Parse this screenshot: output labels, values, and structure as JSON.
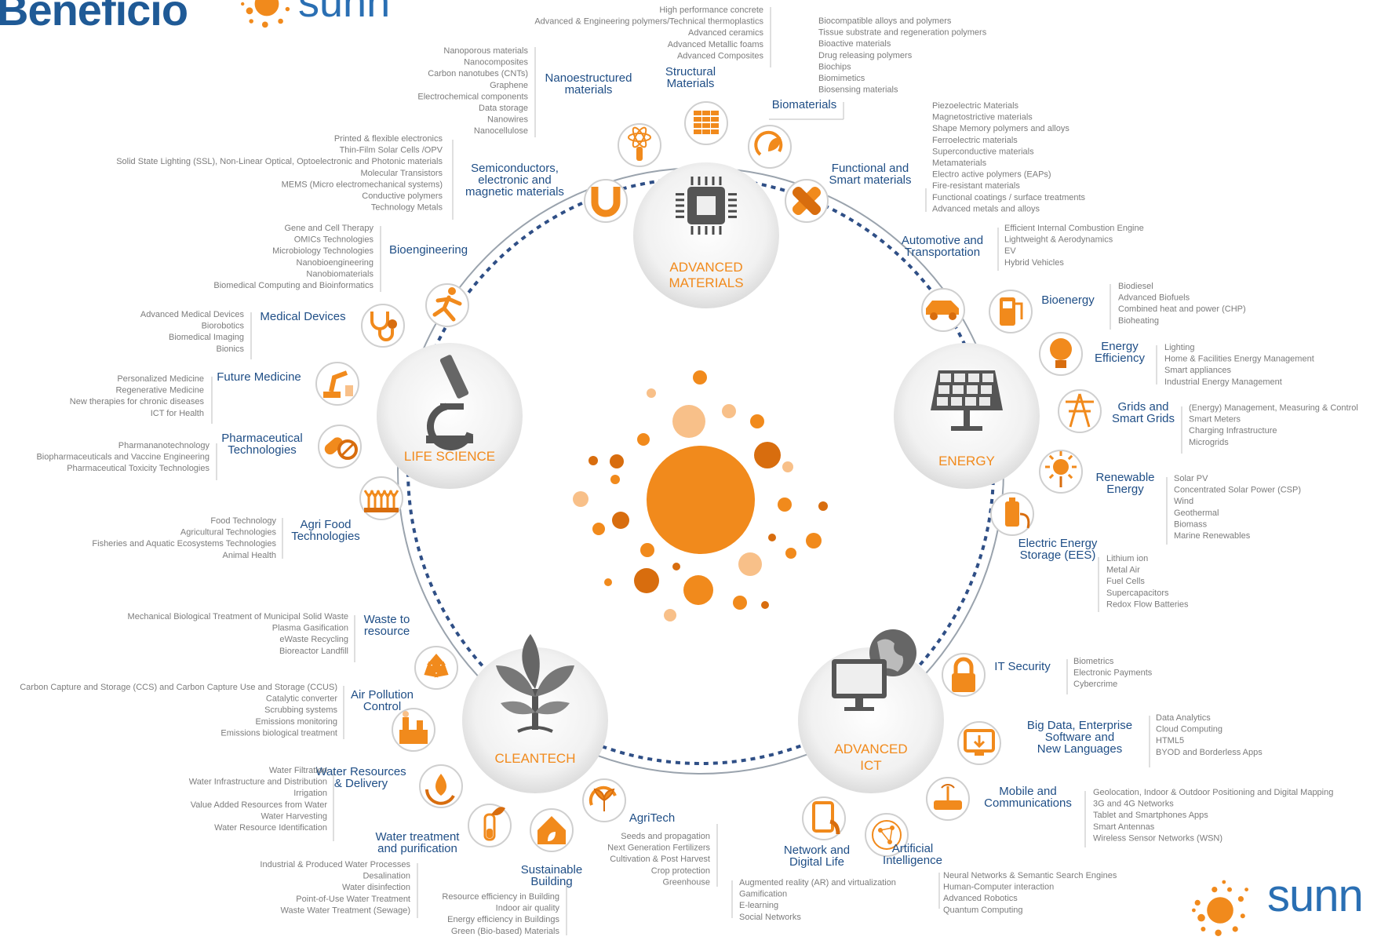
{
  "header": {
    "title": "Beneficio",
    "logo_word": "sunn"
  },
  "brand": {
    "logo_word": "sunn"
  },
  "colors": {
    "accent": "#f18a1c",
    "dark_orange": "#d86d0e",
    "light_orange": "#f8c089",
    "title_blue": "#1f4e86",
    "dots_blue": "#2f4f86",
    "item_gray": "#7c7c7c",
    "leader_gray": "#c9c9c9"
  },
  "hubs": [
    {
      "id": "advanced-materials",
      "lines": [
        "ADVANCED",
        "MATERIALS"
      ],
      "icon": "chip-icon"
    },
    {
      "id": "energy",
      "lines": [
        "ENERGY"
      ],
      "icon": "solar-panel-icon"
    },
    {
      "id": "advanced-ict",
      "lines": [
        "ADVANCED",
        "ICT"
      ],
      "icon": "computer-globe-icon"
    },
    {
      "id": "cleantech",
      "lines": [
        "CLEANTECH"
      ],
      "icon": "plant-icon"
    },
    {
      "id": "life-science",
      "lines": [
        "LIFE SCIENCE"
      ],
      "icon": "microscope-icon"
    }
  ],
  "topics": [
    {
      "id": "nanostructured-materials",
      "icon": "atom-tube-icon",
      "title": [
        "Nanoestructured",
        "materials"
      ],
      "items": [
        "Nanoporous materials",
        "Nanocomposites",
        "Carbon nanotubes (CNTs)",
        "Graphene",
        "Electrochemical components",
        "Data storage",
        "Nanowires",
        "Nanocellulose"
      ]
    },
    {
      "id": "structural-materials",
      "icon": "bricks-icon",
      "title": [
        "Structural",
        "Materials"
      ],
      "items": [
        "High performance concrete",
        "Advanced & Engineering polymers/Technical thermoplastics",
        "Advanced ceramics",
        "Advanced Metallic foams",
        "Advanced Composites"
      ]
    },
    {
      "id": "biomaterials",
      "icon": "leaf-cycle-icon",
      "title": [
        "Biomaterials"
      ],
      "items": [
        "Biocompatible alloys and polymers",
        "Tissue substrate and regeneration polymers",
        "Bioactive materials",
        "Drug releasing polymers",
        "Biochips",
        "Biomimetics",
        "Biosensing materials"
      ]
    },
    {
      "id": "functional-smart-materials",
      "icon": "bandage-icon",
      "title": [
        "Functional and",
        "Smart materials"
      ],
      "items": [
        "Piezoelectric Materials",
        "Magnetostrictive materials",
        "Shape Memory polymers and alloys",
        "Ferroelectric materials",
        "Superconductive materials",
        "Metamaterials",
        "Electro active polymers (EAPs)",
        "Fire-resistant materials",
        "Functional coatings / surface treatments",
        "Advanced metals and alloys"
      ]
    },
    {
      "id": "semiconductors",
      "icon": "magnet-icon",
      "title": [
        "Semiconductors,",
        "electronic and",
        "magnetic materials"
      ],
      "items": [
        "Printed & flexible electronics",
        "Thin-Film Solar Cells /OPV",
        "Solid State Lighting (SSL), Non-Linear Optical, Optoelectronic and Photonic materials",
        "Molecular Transistors",
        "MEMS (Micro electromechanical systems)",
        "Conductive polymers",
        "Technology Metals"
      ]
    },
    {
      "id": "automotive",
      "icon": "car-icon",
      "title": [
        "Automotive and",
        "Transportation"
      ],
      "items": [
        "Efficient Internal Combustion Engine",
        "Lightweight & Aerodynamics",
        "EV",
        "Hybrid Vehicles"
      ]
    },
    {
      "id": "bioenergy",
      "icon": "fuel-pump-icon",
      "title": [
        "Bioenergy"
      ],
      "items": [
        "Biodiesel",
        "Advanced Biofuels",
        "Combined heat and power (CHP)",
        "Bioheating"
      ]
    },
    {
      "id": "energy-efficiency",
      "icon": "lightbulb-icon",
      "title": [
        "Energy",
        "Efficiency"
      ],
      "items": [
        "Lighting",
        "Home & Facilities Energy Management",
        "Smart appliances",
        "Industrial Energy Management"
      ]
    },
    {
      "id": "grids",
      "icon": "power-tower-icon",
      "title": [
        "Grids and",
        "Smart Grids"
      ],
      "items": [
        "(Energy) Management, Measuring & Control",
        "Smart Meters",
        "Charging Infrastructure",
        "Microgrids"
      ]
    },
    {
      "id": "renewable",
      "icon": "sun-plug-icon",
      "title": [
        "Renewable",
        "Energy"
      ],
      "items": [
        "Solar PV",
        "Concentrated Solar Power (CSP)",
        "Wind",
        "Geothermal",
        "Biomass",
        "Marine Renewables"
      ]
    },
    {
      "id": "ees",
      "icon": "battery-plug-icon",
      "title": [
        "Electric Energy",
        "Storage (EES)"
      ],
      "items": [
        "Lithium ion",
        "Metal Air",
        "Fuel Cells",
        "Supercapacitors",
        "Redox Flow Batteries"
      ]
    },
    {
      "id": "it-security",
      "icon": "padlock-icon",
      "title": [
        "IT Security"
      ],
      "items": [
        "Biometrics",
        "Electronic Payments",
        "Cybercrime"
      ]
    },
    {
      "id": "big-data",
      "icon": "monitor-download-icon",
      "title": [
        "Big Data, Enterprise",
        "Software and",
        "New Languages"
      ],
      "items": [
        "Data Analytics",
        "Cloud Computing",
        "HTML5",
        "BYOD and Borderless Apps"
      ]
    },
    {
      "id": "mobile",
      "icon": "router-icon",
      "title": [
        "Mobile and",
        "Communications"
      ],
      "items": [
        "Geolocation, Indoor & Outdoor Positioning and Digital Mapping",
        "3G and 4G Networks",
        "Tablet and Smartphones Apps",
        "Smart Antennas",
        "Wireless Sensor Networks (WSN)"
      ]
    },
    {
      "id": "ai",
      "icon": "network-globe-icon",
      "title": [
        "Artificial",
        "Intelligence"
      ],
      "items": [
        "Neural Networks & Semantic Search Engines",
        "Human-Computer interaction",
        "Advanced Robotics",
        "Quantum Computing"
      ]
    },
    {
      "id": "network-digital",
      "icon": "tablet-hand-icon",
      "title": [
        "Network and",
        "Digital Life"
      ],
      "items": [
        "Augmented reality (AR) and virtualization",
        "Gamification",
        "E-learning",
        "Social Networks"
      ]
    },
    {
      "id": "agritech",
      "icon": "plant-cycle-icon",
      "title": [
        "AgriTech"
      ],
      "items": [
        "Seeds and propagation",
        "Next Generation Fertilizers",
        "Cultivation & Post Harvest",
        "Crop protection",
        "Greenhouse"
      ]
    },
    {
      "id": "sustainable-building",
      "icon": "eco-house-icon",
      "title": [
        "Sustainable",
        "Building"
      ],
      "items": [
        "Resource efficiency in Building",
        "Indoor air quality",
        "Energy efficiency in Buildings",
        "Green (Bio-based) Materials"
      ]
    },
    {
      "id": "water-treatment",
      "icon": "test-tube-leaf-icon",
      "title": [
        "Water treatment",
        "and purification"
      ],
      "items": [
        "Industrial & Produced Water Processes",
        "Desalination",
        "Water disinfection",
        "Point-of-Use Water Treatment",
        "Waste Water Treatment (Sewage)"
      ]
    },
    {
      "id": "water-resources",
      "icon": "water-drop-cycle-icon",
      "title": [
        "Water Resources",
        "& Delivery"
      ],
      "items": [
        "Water Filtration",
        "Water Infrastructure and Distribution",
        "Irrigation",
        "Value Added Resources from Water",
        "Water Harvesting",
        "Water Resource Identification"
      ]
    },
    {
      "id": "air-pollution",
      "icon": "factory-icon",
      "title": [
        "Air Pollution",
        "Control"
      ],
      "items": [
        "Carbon Capture and Storage (CCS) and Carbon Capture Use and Storage (CCUS)",
        "Catalytic converter",
        "Scrubbing systems",
        "Emissions monitoring",
        "Emissions biological treatment"
      ]
    },
    {
      "id": "waste",
      "icon": "recycle-icon",
      "title": [
        "Waste to",
        "resource"
      ],
      "items": [
        "Mechanical Biological Treatment of Municipal Solid Waste",
        "Plasma Gasification",
        "eWaste Recycling",
        "Bioreactor Landfill"
      ]
    },
    {
      "id": "agrifood",
      "icon": "crops-icon",
      "title": [
        "Agri Food",
        "Technologies"
      ],
      "items": [
        "Food Technology",
        "Agricultural Technologies",
        "Fisheries and Aquatic Ecosystems Technologies",
        "Animal Health"
      ]
    },
    {
      "id": "pharma",
      "icon": "pills-icon",
      "title": [
        "Pharmaceutical",
        "Technologies"
      ],
      "items": [
        "Pharmananotechnology",
        "Biopharmaceuticals and Vaccine Engineering",
        "Pharmaceutical Toxicity Technologies"
      ]
    },
    {
      "id": "future-medicine",
      "icon": "robot-arm-icon",
      "title": [
        "Future Medicine"
      ],
      "items": [
        "Personalized Medicine",
        "Regenerative Medicine",
        "New therapies for chronic diseases",
        "ICT for Health"
      ]
    },
    {
      "id": "medical-devices",
      "icon": "stethoscope-icon",
      "title": [
        "Medical Devices"
      ],
      "items": [
        "Advanced Medical Devices",
        "Biorobotics",
        "Biomedical Imaging",
        "Bionics"
      ]
    },
    {
      "id": "bioengineering",
      "icon": "runner-icon",
      "title": [
        "Bioengineering"
      ],
      "items": [
        "Gene and Cell Therapy",
        "OMICs Technologies",
        "Microbiology Technologies",
        "Nanobioengineering",
        "Nanobiomaterials",
        "Biomedical Computing and Bioinformatics"
      ]
    }
  ]
}
